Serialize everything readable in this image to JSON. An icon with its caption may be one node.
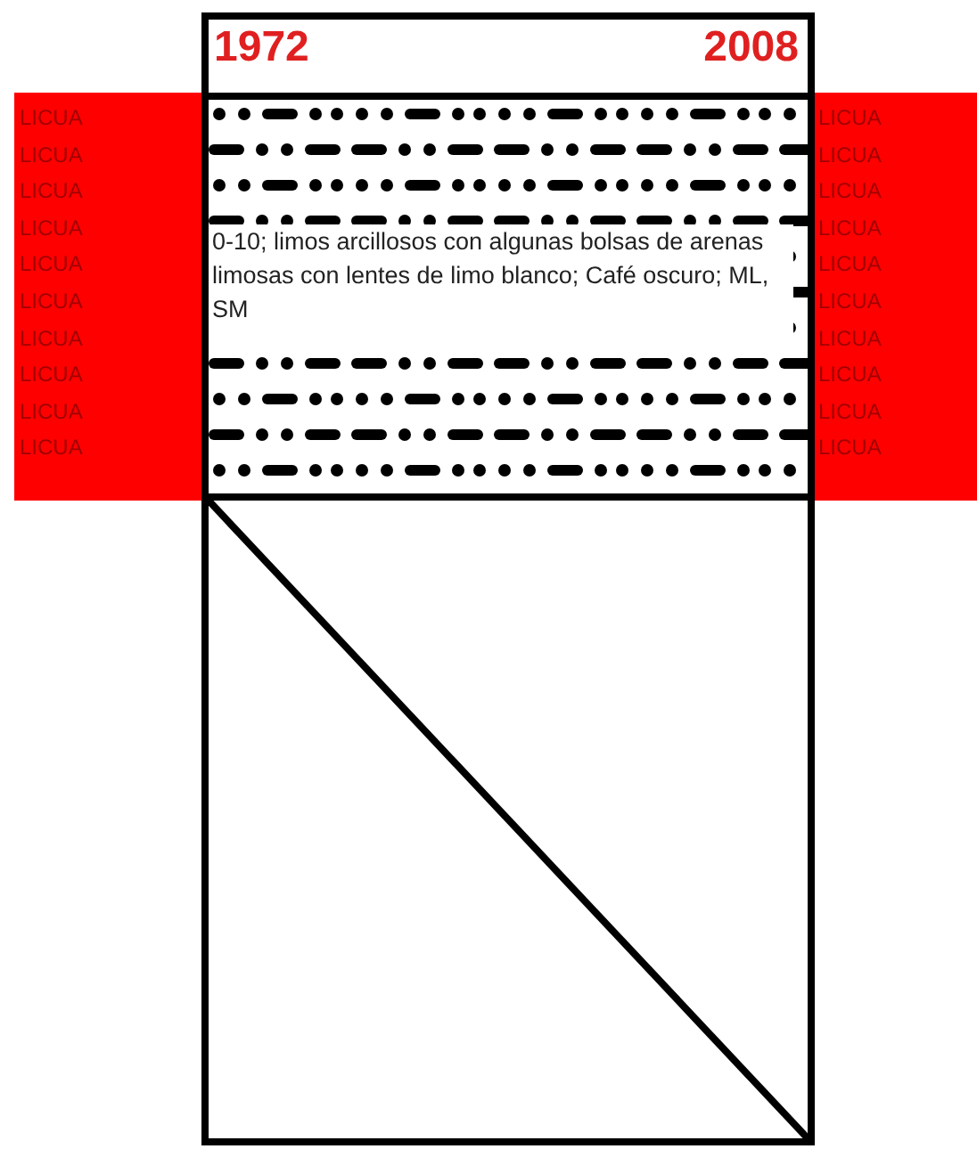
{
  "diagram": {
    "nodes": [
      {
        "text": [
          "0-10; limos arcillosos con algunas bolsas de arenas limosas con lentes de limo blanco; Café oscuro; ML, SM"
        ]
      },
      {
        "text": [
          "LICUA",
          "LICUA",
          "LICUA",
          "LICUA",
          "LICUA",
          "LICUA",
          "LICUA",
          "LICUA",
          "LICUA",
          "LICUA"
        ]
      },
      {
        "text": [
          "LICUA",
          "LICUA",
          "LICUA",
          "LICUA",
          "LICUA",
          "LICUA",
          "LICUA",
          "LICUA",
          "LICUA",
          "LICUA"
        ]
      }
    ],
    "labels": [
      "1972",
      "2008"
    ]
  }
}
